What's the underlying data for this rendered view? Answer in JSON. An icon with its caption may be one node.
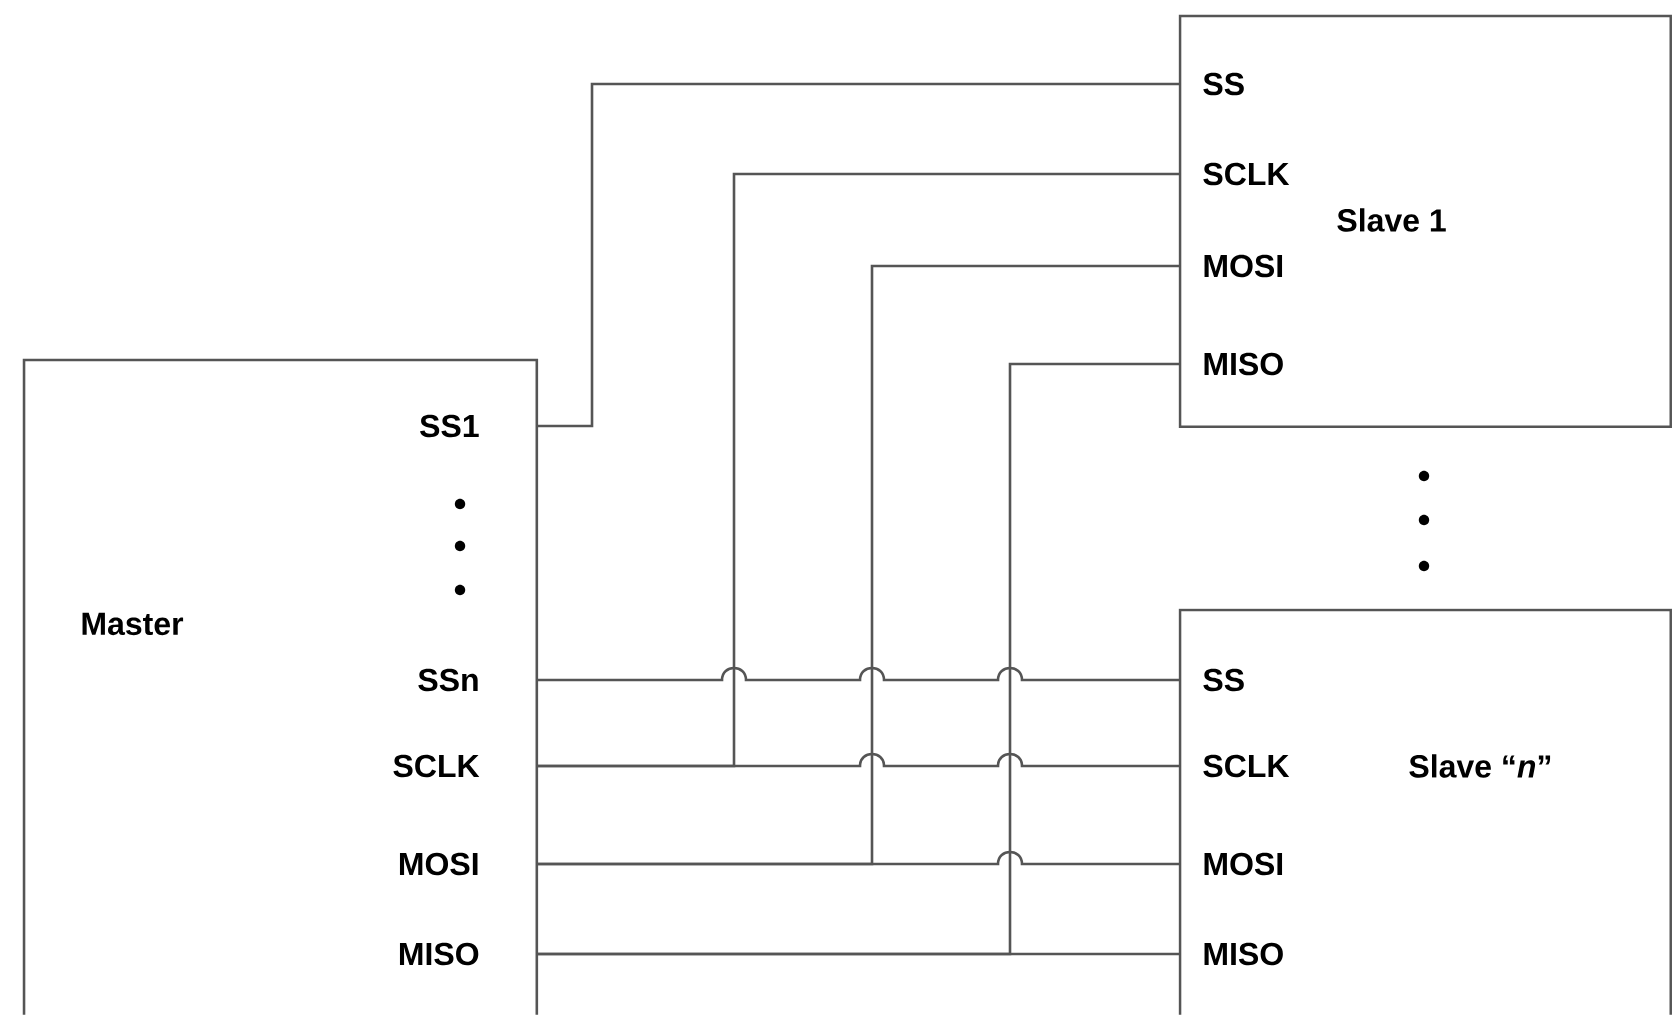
{
  "diagram": {
    "nodes": [
      {
        "text": [
          "Master"
        ]
      },
      {
        "text": [
          "SS1"
        ],
        "in": 0
      },
      {
        "text": [
          "SSn"
        ],
        "in": 0
      },
      {
        "text": [
          "SCLK"
        ],
        "in": 0
      },
      {
        "text": [
          "MOSI"
        ],
        "in": 0
      },
      {
        "text": [
          "MISO"
        ],
        "in": 0
      },
      {
        "text": [
          "Slave 1"
        ]
      },
      {
        "text": [
          "SS"
        ],
        "in": 6
      },
      {
        "text": [
          "SCLK"
        ],
        "in": 6
      },
      {
        "text": [
          "MOSI"
        ],
        "in": 6
      },
      {
        "text": [
          "MISO"
        ],
        "in": 6
      },
      {
        "text": [
          "Slave “*n*”"
        ]
      },
      {
        "text": [
          "SS"
        ],
        "in": 11
      },
      {
        "text": [
          "SCLK"
        ],
        "in": 11
      },
      {
        "text": [
          "MOSI"
        ],
        "in": 11
      },
      {
        "text": [
          "MISO"
        ],
        "in": 11
      }
    ],
    "edges": [
      {
        "from": 1,
        "to": 7,
        "arrow": "none"
      },
      {
        "from": 2,
        "to": 12,
        "arrow": "none"
      },
      {
        "from": 3,
        "to": 8,
        "arrow": "none"
      },
      {
        "from": 3,
        "to": 13,
        "arrow": "none"
      },
      {
        "from": 4,
        "to": 9,
        "arrow": "none"
      },
      {
        "from": 4,
        "to": 14,
        "arrow": "none"
      },
      {
        "from": 5,
        "to": 10,
        "arrow": "none"
      },
      {
        "from": 5,
        "to": 15,
        "arrow": "none"
      }
    ]
  }
}
